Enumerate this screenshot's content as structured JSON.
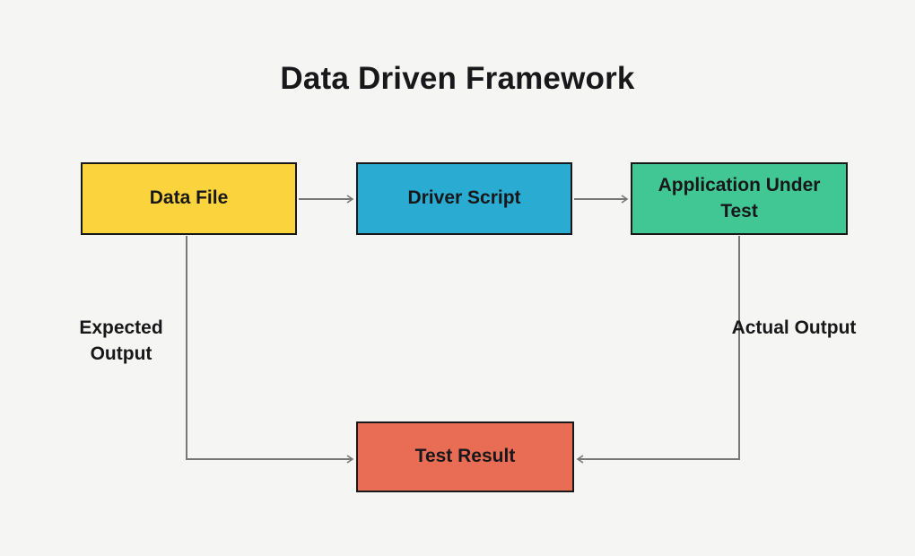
{
  "title": "Data Driven Framework",
  "diagram": {
    "nodes": [
      {
        "id": "data-file",
        "label": "Data File",
        "color": "#FBD33C"
      },
      {
        "id": "driver-script",
        "label": "Driver Script",
        "color": "#29ABD2"
      },
      {
        "id": "application-under-test",
        "label": "Application Under Test",
        "color": "#41C794"
      },
      {
        "id": "test-result",
        "label": "Test Result",
        "color": "#E96C55"
      }
    ],
    "edge_labels": [
      {
        "id": "expected-output",
        "label": "Expected Output"
      },
      {
        "id": "actual-output",
        "label": "Actual Output"
      }
    ],
    "edges": [
      {
        "from": "data-file",
        "to": "driver-script",
        "label": ""
      },
      {
        "from": "driver-script",
        "to": "application-under-test",
        "label": ""
      },
      {
        "from": "data-file",
        "to": "test-result",
        "label": "Expected Output"
      },
      {
        "from": "application-under-test",
        "to": "test-result",
        "label": "Actual Output"
      }
    ],
    "colors": {
      "background": "#F5F5F3",
      "connector": "#777777",
      "node_border": "#18181B",
      "text": "#18181B"
    }
  }
}
